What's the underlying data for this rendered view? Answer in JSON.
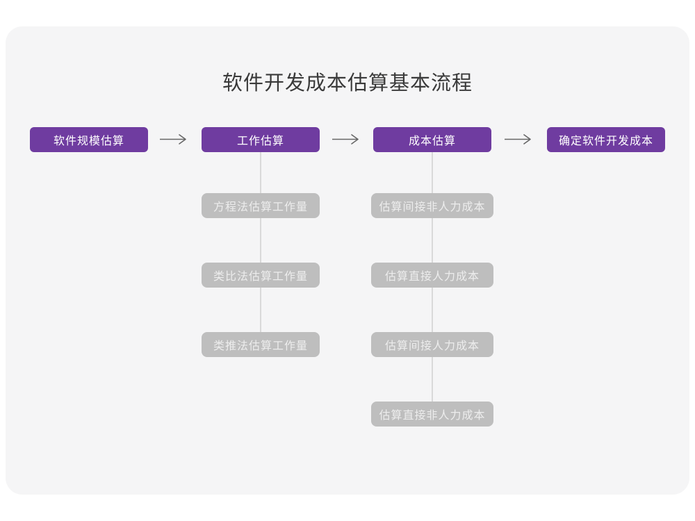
{
  "title": "软件开发成本估算基本流程",
  "colors": {
    "page_background": "#ffffff",
    "card_background": "#f5f5f6",
    "stage_fill": "#6f3ca0",
    "stage_text": "#ffffff",
    "substep_fill": "#bebebe",
    "substep_text": "#ededed",
    "arrow_stroke": "#666666",
    "connector_line": "#d9d9d9",
    "title_text": "#3a3a3a"
  },
  "flow": {
    "stages": [
      {
        "label": "软件规模估算"
      },
      {
        "label": "工作估算"
      },
      {
        "label": "成本估算"
      },
      {
        "label": "确定软件开发成本"
      }
    ],
    "work_substeps": [
      {
        "label": "方程法估算工作量"
      },
      {
        "label": "类比法估算工作量"
      },
      {
        "label": "类推法估算工作量"
      }
    ],
    "cost_substeps": [
      {
        "label": "估算间接非人力成本"
      },
      {
        "label": "估算直接人力成本"
      },
      {
        "label": "估算间接人力成本"
      },
      {
        "label": "估算直接非人力成本"
      }
    ]
  }
}
